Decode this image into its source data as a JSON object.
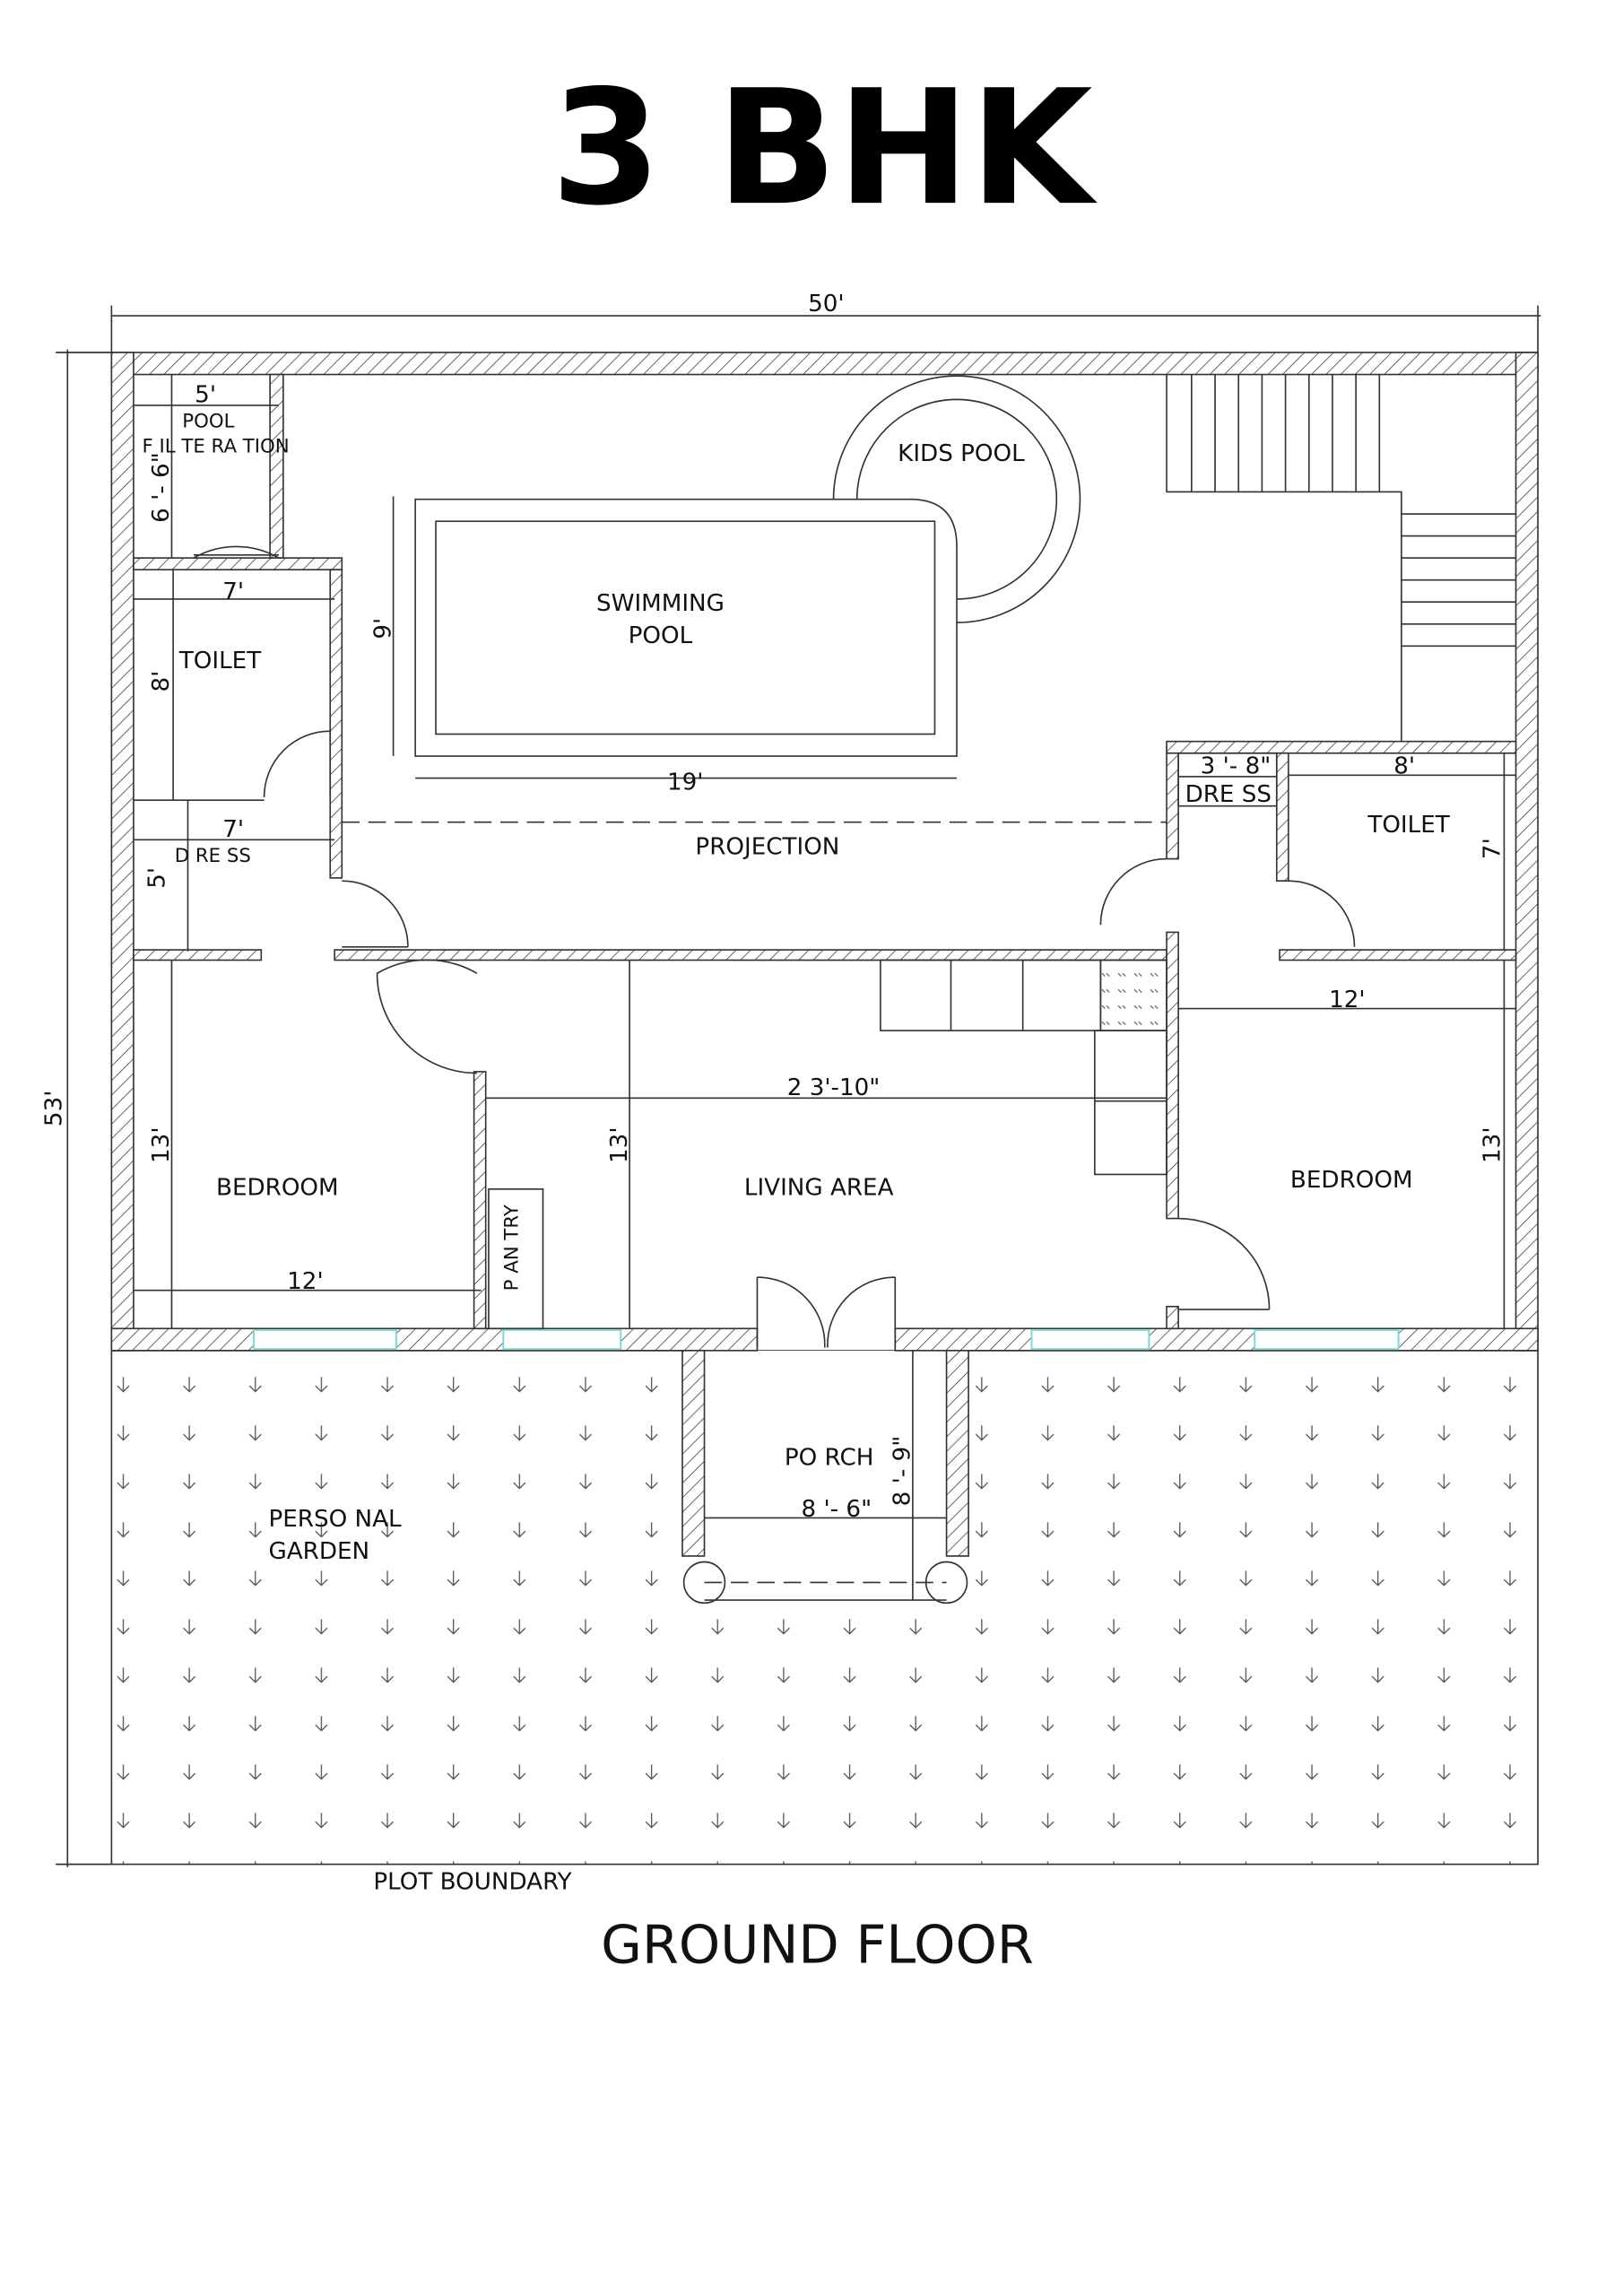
{
  "title": "3 BHK",
  "subtitle": "GROUND FLOOR",
  "plot_label": "PLOT BOUNDARY",
  "overall_dims": {
    "width": "50'",
    "depth": "53'"
  },
  "rooms": {
    "pool_filtration": {
      "line1": "POOL",
      "line2": "F IL TE RA TION",
      "width": "5'",
      "depth": "6 '- 6\""
    },
    "toilet_left": {
      "label": "TOILET",
      "width": "7'",
      "depth": "8'"
    },
    "dress_left": {
      "label": "D RE SS",
      "width": "7'",
      "depth": "5'"
    },
    "swimming_pool": {
      "line1": "SWIMMING",
      "line2": "POOL",
      "width": "19'",
      "depth": "9'"
    },
    "kids_pool": {
      "label": "KIDS POOL"
    },
    "projection": {
      "label": "PROJECTION"
    },
    "dress_right": {
      "label": "DRE SS",
      "width": "3 '- 8\""
    },
    "toilet_right": {
      "label": "TOILET",
      "width": "8'",
      "depth": "7'"
    },
    "bedroom_left": {
      "label": "BEDROOM",
      "width": "12'",
      "depth": "13'"
    },
    "living": {
      "label": "LIVING AREA",
      "width": "2 3'-10\"",
      "depth": "13'"
    },
    "pantry": {
      "label": "P AN TRY"
    },
    "bedroom_right": {
      "label": "BEDROOM",
      "width": "12'",
      "depth": "13'"
    },
    "porch": {
      "label": "PO RCH",
      "width": "8 '- 6\"",
      "depth": "8 '- 9\""
    },
    "garden": {
      "line1": "PERSO NAL",
      "line2": "GARDEN"
    }
  },
  "colors": {
    "window": "#7fd6d6",
    "line": "#333333"
  }
}
